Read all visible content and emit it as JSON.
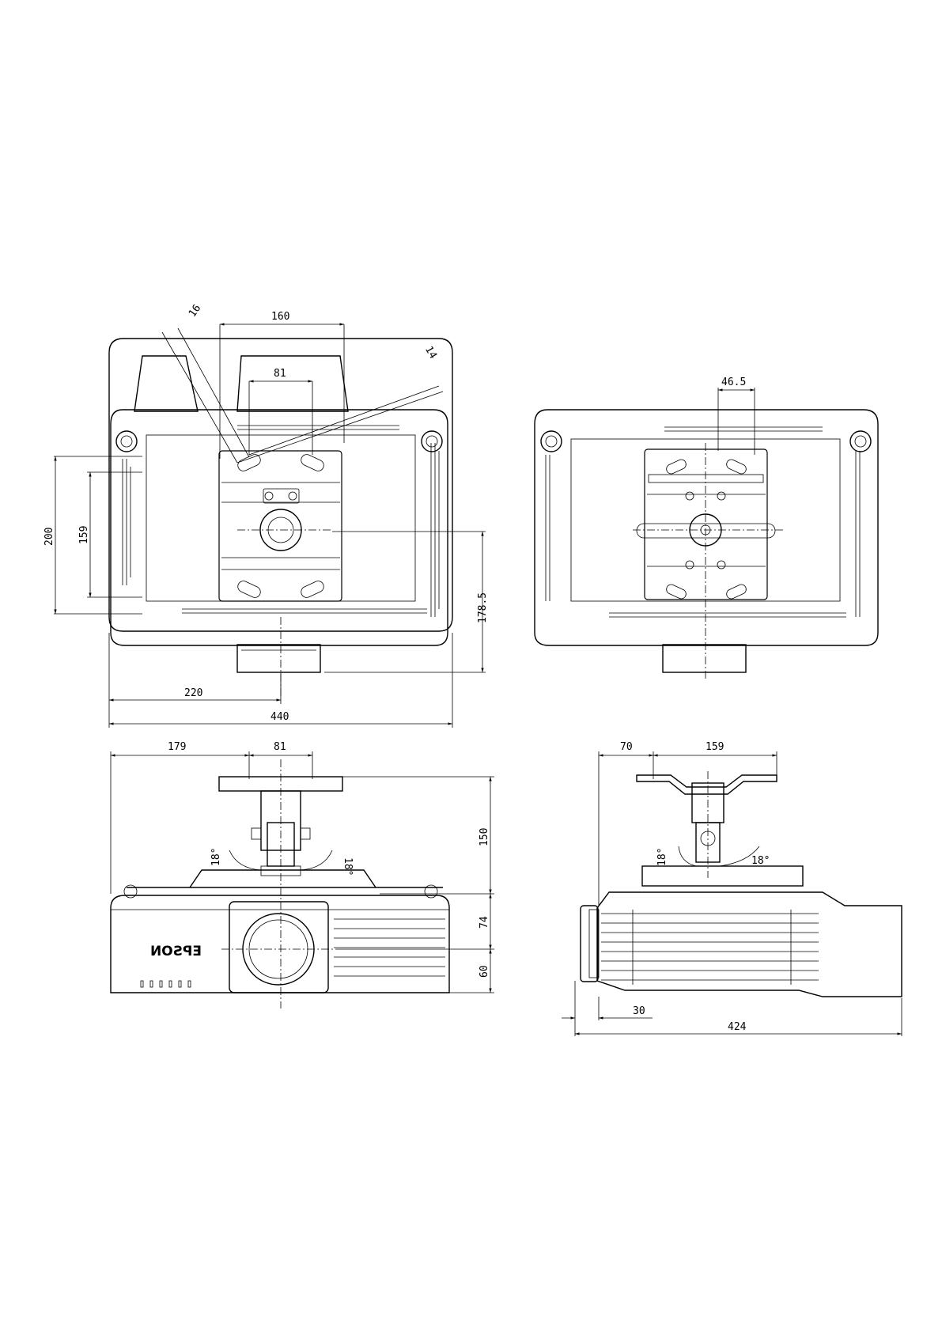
{
  "brand": "EPSON",
  "views": {
    "top_left": {
      "dims": {
        "d16": "16",
        "d160": "160",
        "d14": "14",
        "d81": "81",
        "d200": "200",
        "d159": "159",
        "d178_5": "178.5",
        "d220": "220",
        "d440": "440"
      }
    },
    "top_right": {
      "dims": {
        "d46_5": "46.5"
      }
    },
    "front": {
      "dims": {
        "d179": "179",
        "d81": "81",
        "d150": "150",
        "d74": "74",
        "d60": "60",
        "angle_left": "18°",
        "angle_right": "18°"
      }
    },
    "side": {
      "dims": {
        "d70": "70",
        "d159": "159",
        "d30": "30",
        "d424": "424",
        "angle_left": "18°",
        "angle_right": "18°"
      }
    }
  },
  "colors": {
    "line": "#000000",
    "background": "#ffffff"
  }
}
